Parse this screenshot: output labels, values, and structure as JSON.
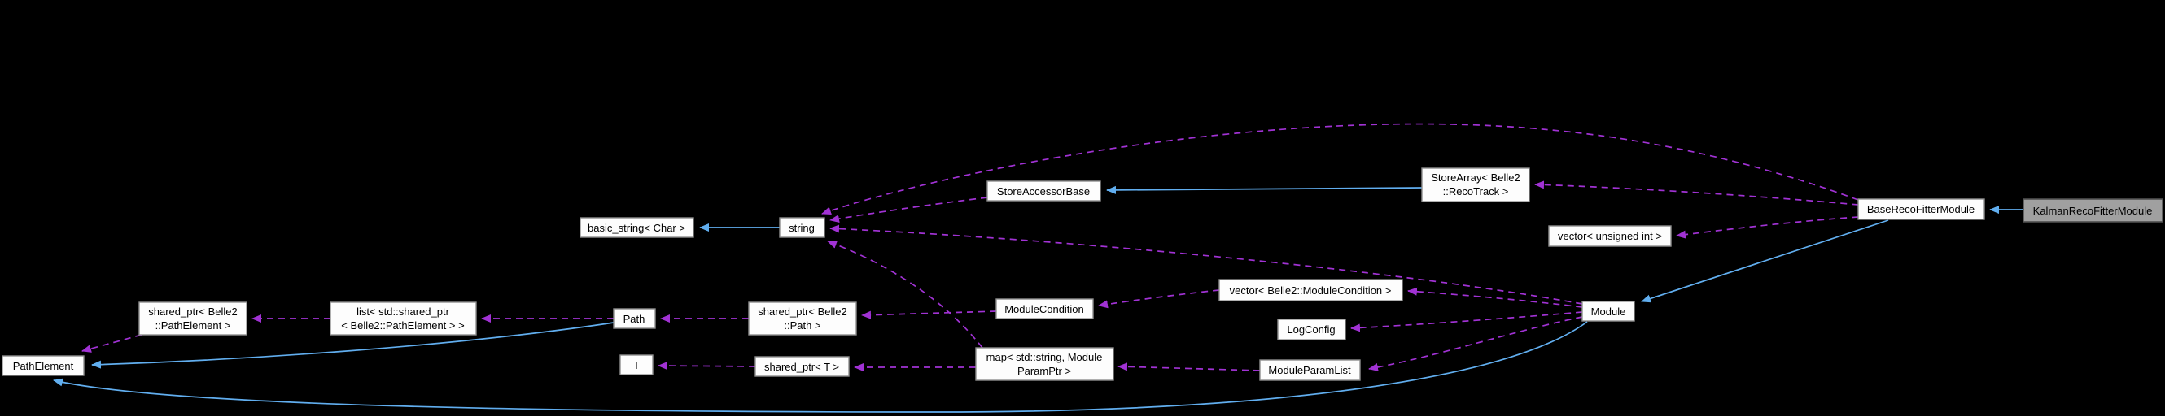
{
  "diagram": {
    "type": "doxygen-collaboration-graph",
    "focus_class": "KalmanRecoFitterModule",
    "colors": {
      "background": "#000000",
      "node_fill": "#fdfdfd",
      "node_border": "#8f8f8f",
      "highlight_node_fill": "#a0a0a0",
      "highlight_node_border": "#4f4f4f",
      "inheritance_edge": "#61aeef",
      "usage_edge": "#a132d4",
      "text": "#000000"
    },
    "nodes": [
      {
        "id": "pathelement",
        "lines": [
          "PathElement"
        ]
      },
      {
        "id": "shared-ptr-pathelement",
        "lines": [
          "shared_ptr< Belle2",
          "::PathElement >"
        ]
      },
      {
        "id": "list-shared-ptr",
        "lines": [
          "list< std::shared_ptr",
          "< Belle2::PathElement > >"
        ]
      },
      {
        "id": "basic-string-char",
        "lines": [
          "basic_string< Char >"
        ]
      },
      {
        "id": "string",
        "lines": [
          "string"
        ]
      },
      {
        "id": "path",
        "lines": [
          "Path"
        ]
      },
      {
        "id": "t",
        "lines": [
          "T"
        ]
      },
      {
        "id": "shared-ptr-path",
        "lines": [
          "shared_ptr< Belle2",
          "::Path >"
        ]
      },
      {
        "id": "shared-ptr-t",
        "lines": [
          "shared_ptr< T >"
        ]
      },
      {
        "id": "store-accessor-base",
        "lines": [
          "StoreAccessorBase"
        ]
      },
      {
        "id": "module-condition",
        "lines": [
          "ModuleCondition"
        ]
      },
      {
        "id": "map-moduleparamptr",
        "lines": [
          "map< std::string, Module",
          "ParamPtr >"
        ]
      },
      {
        "id": "vector-modulecondition",
        "lines": [
          "vector< Belle2::ModuleCondition >"
        ]
      },
      {
        "id": "logconfig",
        "lines": [
          "LogConfig"
        ]
      },
      {
        "id": "moduleparamlist",
        "lines": [
          "ModuleParamList"
        ]
      },
      {
        "id": "store-array-recotrack",
        "lines": [
          "StoreArray< Belle2",
          "::RecoTrack >"
        ]
      },
      {
        "id": "vector-unsigned-int",
        "lines": [
          "vector< unsigned int >"
        ]
      },
      {
        "id": "module",
        "lines": [
          "Module"
        ]
      },
      {
        "id": "base-reco-fitter-module",
        "lines": [
          "BaseRecoFitterModule"
        ]
      },
      {
        "id": "kalman-reco-fitter-module",
        "lines": [
          "KalmanRecoFitterModule"
        ],
        "highlighted": true
      }
    ],
    "edges": [
      {
        "from": "string",
        "to": "basic-string-char",
        "type": "inheritance"
      },
      {
        "from": "path",
        "to": "pathelement",
        "type": "inheritance"
      },
      {
        "from": "module",
        "to": "pathelement",
        "type": "inheritance"
      },
      {
        "from": "store-array-recotrack",
        "to": "store-accessor-base",
        "type": "inheritance"
      },
      {
        "from": "base-reco-fitter-module",
        "to": "module",
        "type": "inheritance"
      },
      {
        "from": "kalman-reco-fitter-module",
        "to": "base-reco-fitter-module",
        "type": "inheritance"
      },
      {
        "from": "shared-ptr-pathelement",
        "to": "pathelement",
        "type": "usage"
      },
      {
        "from": "list-shared-ptr",
        "to": "shared-ptr-pathelement",
        "type": "usage"
      },
      {
        "from": "path",
        "to": "list-shared-ptr",
        "type": "usage"
      },
      {
        "from": "shared-ptr-path",
        "to": "path",
        "type": "usage"
      },
      {
        "from": "module-condition",
        "to": "shared-ptr-path",
        "type": "usage"
      },
      {
        "from": "shared-ptr-t",
        "to": "t",
        "type": "usage"
      },
      {
        "from": "map-moduleparamptr",
        "to": "shared-ptr-t",
        "type": "usage"
      },
      {
        "from": "map-moduleparamptr",
        "to": "string",
        "type": "usage"
      },
      {
        "from": "moduleparamlist",
        "to": "map-moduleparamptr",
        "type": "usage"
      },
      {
        "from": "vector-modulecondition",
        "to": "module-condition",
        "type": "usage"
      },
      {
        "from": "module",
        "to": "vector-modulecondition",
        "type": "usage"
      },
      {
        "from": "module",
        "to": "logconfig",
        "type": "usage"
      },
      {
        "from": "module",
        "to": "moduleparamlist",
        "type": "usage"
      },
      {
        "from": "module",
        "to": "string",
        "type": "usage"
      },
      {
        "from": "store-accessor-base",
        "to": "string",
        "type": "usage"
      },
      {
        "from": "base-reco-fitter-module",
        "to": "store-array-recotrack",
        "type": "usage"
      },
      {
        "from": "base-reco-fitter-module",
        "to": "vector-unsigned-int",
        "type": "usage"
      },
      {
        "from": "base-reco-fitter-module",
        "to": "string",
        "type": "usage"
      }
    ]
  }
}
